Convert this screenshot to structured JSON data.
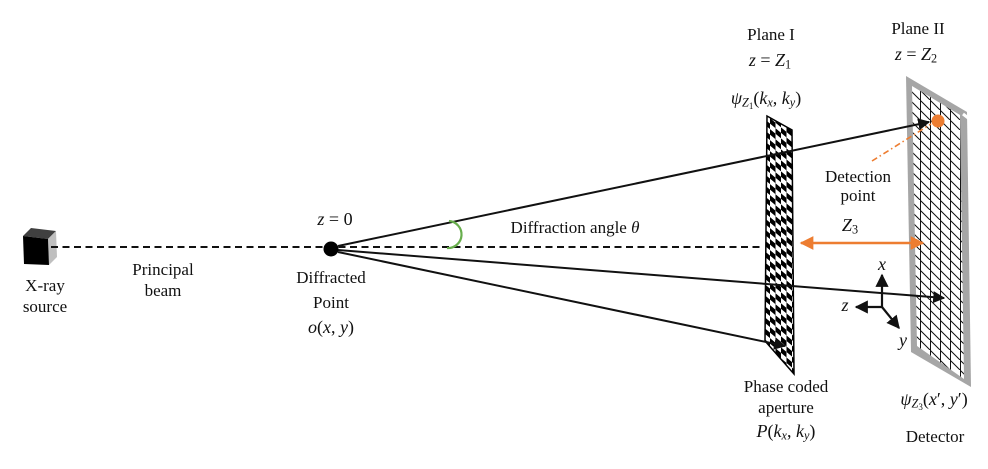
{
  "colors": {
    "orange": "#ED7D31",
    "green": "#68AE4D",
    "frame_gray": "#A6A6A6",
    "cube_top_gray": "#404040",
    "cube_side_gray": "#BFBFBF",
    "line_black": "#111111"
  },
  "source": {
    "label_line1": "X-ray",
    "label_line2": "source"
  },
  "beam": {
    "label_line1": "Principal",
    "label_line2": "beam"
  },
  "diffracted_point": {
    "z_label": [
      {
        "t": "z",
        "s": "i"
      },
      {
        "t": " = 0"
      }
    ],
    "name_line1": "Diffracted",
    "name_line2": "Point",
    "symbol": [
      {
        "t": "o",
        "s": "i"
      },
      {
        "t": "("
      },
      {
        "t": "x",
        "s": "i"
      },
      {
        "t": ", "
      },
      {
        "t": "y",
        "s": "i"
      },
      {
        "t": ")"
      }
    ]
  },
  "diffraction_angle": {
    "label": [
      {
        "t": "Diffraction angle "
      },
      {
        "t": "θ",
        "s": "i"
      }
    ]
  },
  "plane1": {
    "title": "Plane I",
    "z_eq": [
      {
        "t": "z",
        "s": "i"
      },
      {
        "t": " = "
      },
      {
        "t": "Z",
        "s": "i"
      },
      {
        "t": "1",
        "s": "s"
      }
    ],
    "psi": [
      {
        "t": "ψ",
        "s": "i"
      },
      {
        "t": "Z",
        "s": "is"
      },
      {
        "t": "1",
        "s": "ss"
      },
      {
        "t": "("
      },
      {
        "t": "k",
        "s": "i"
      },
      {
        "t": "x",
        "s": "is"
      },
      {
        "t": ", "
      },
      {
        "t": "k",
        "s": "i"
      },
      {
        "t": "y",
        "s": "is"
      },
      {
        "t": ")"
      }
    ],
    "aperture_line1": "Phase coded",
    "aperture_line2": "aperture",
    "P": [
      {
        "t": "P",
        "s": "i"
      },
      {
        "t": "("
      },
      {
        "t": "k",
        "s": "i"
      },
      {
        "t": "x",
        "s": "is"
      },
      {
        "t": ", "
      },
      {
        "t": "k",
        "s": "i"
      },
      {
        "t": "y",
        "s": "is"
      },
      {
        "t": ")"
      }
    ]
  },
  "plane2": {
    "title": "Plane II",
    "z_eq": [
      {
        "t": "z",
        "s": "i"
      },
      {
        "t": " = "
      },
      {
        "t": "Z",
        "s": "i"
      },
      {
        "t": "2",
        "s": "s"
      }
    ],
    "detection_line1": "Detection",
    "detection_line2": "point",
    "z3": [
      {
        "t": "Z",
        "s": "i"
      },
      {
        "t": "3",
        "s": "s"
      }
    ],
    "psi": [
      {
        "t": "ψ",
        "s": "i"
      },
      {
        "t": "Z",
        "s": "is"
      },
      {
        "t": "3",
        "s": "ss"
      },
      {
        "t": "("
      },
      {
        "t": "x",
        "s": "i"
      },
      {
        "t": "′, "
      },
      {
        "t": "y",
        "s": "i"
      },
      {
        "t": "′)"
      }
    ],
    "detector_label": "Detector"
  },
  "axes": {
    "x": "x",
    "y": "y",
    "z": "z"
  }
}
